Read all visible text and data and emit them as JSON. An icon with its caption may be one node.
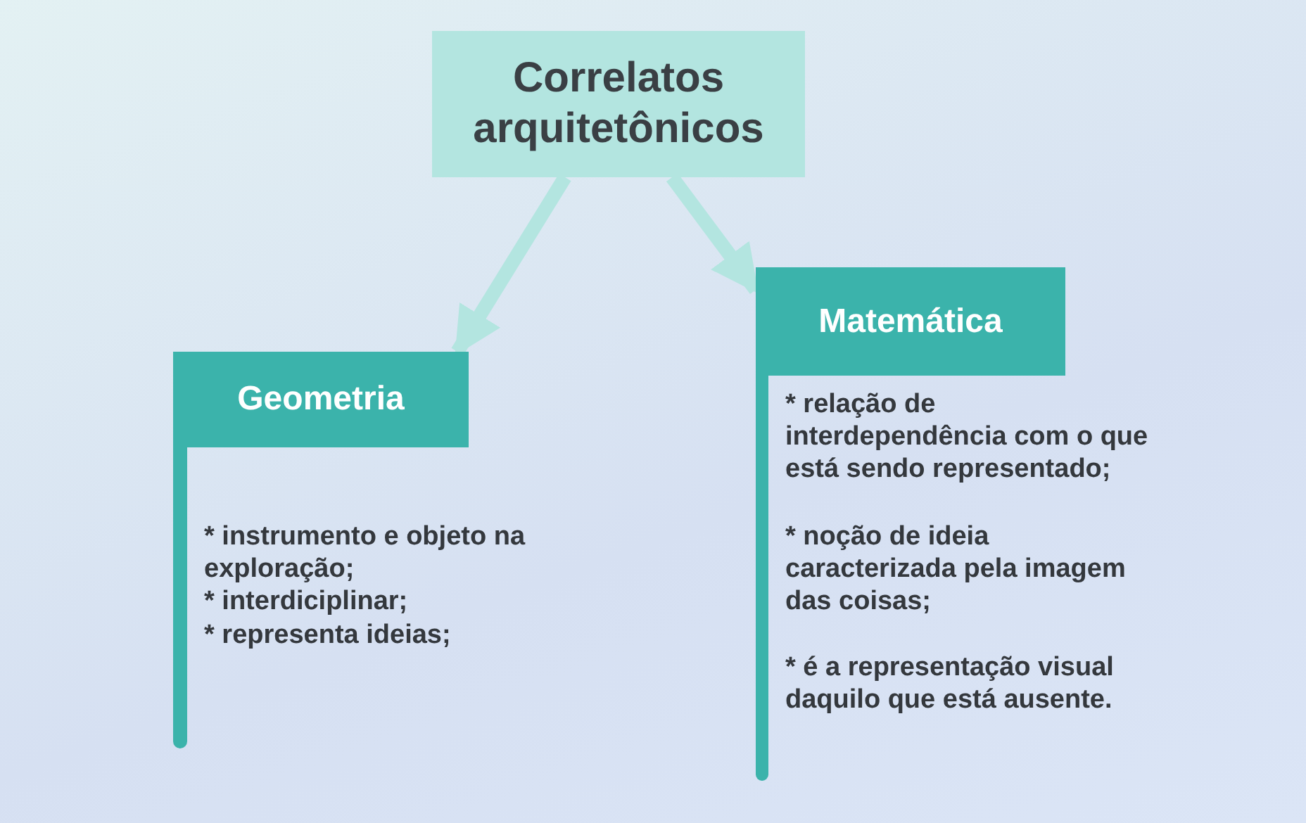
{
  "diagram": {
    "nodes": [
      {
        "text": [
          "Correlatos arquitetônicos"
        ]
      },
      {
        "text": [
          "Geometria",
          "* instrumento e objeto na exploração;",
          "* interdiciplinar;",
          "* representa ideias;"
        ]
      },
      {
        "text": [
          "Matemática",
          "* relação de interdependência com o que está sendo representado;",
          "* noção de ideia caracterizada pela imagem das coisas;",
          "* é a representação visual daquilo que está ausente."
        ]
      }
    ],
    "edges": [
      {
        "from": 0,
        "to": 1,
        "arrow": "to"
      },
      {
        "from": 0,
        "to": 2,
        "arrow": "to"
      }
    ]
  }
}
